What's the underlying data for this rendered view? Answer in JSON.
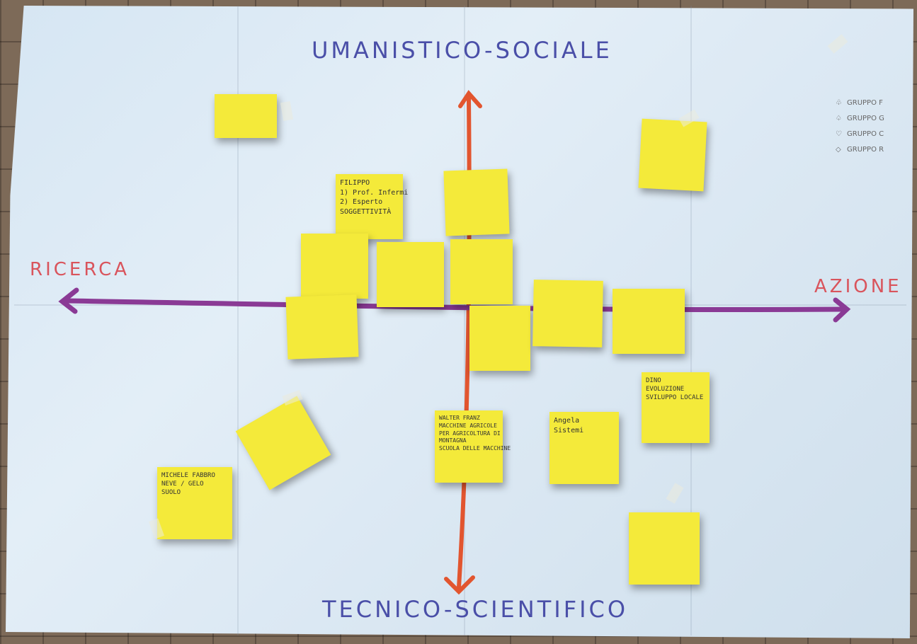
{
  "axes": {
    "top": "UMANISTICO-SOCIALE",
    "bottom": "TECNICO-SCIENTIFICO",
    "left": "RICERCA",
    "right": "AZIONE"
  },
  "legend": [
    {
      "symbol": "♧",
      "label": "GRUPPO F"
    },
    {
      "symbol": "♤",
      "label": "GRUPPO G"
    },
    {
      "symbol": "♡",
      "label": "GRUPPO C"
    },
    {
      "symbol": "◇",
      "label": "GRUPPO R"
    }
  ],
  "notes": {
    "filippo": {
      "lines": [
        "FILIPPO",
        "1) Prof. Infermi",
        "2) Esperto",
        "SOGGETTIVITÀ"
      ]
    },
    "walter": {
      "lines": [
        "WALTER FRANZ",
        "MACCHINE AGRICOLE",
        "PER AGRICOLTURA DI",
        "MONTAGNA",
        "SCUOLA DELLE MACCHINE"
      ]
    },
    "angela": {
      "lines": [
        "Angela",
        "",
        "Sistemi"
      ]
    },
    "michele": {
      "lines": [
        "MICHELE FABBRO",
        "NEVE / GELO",
        "SUOLO"
      ]
    },
    "dino": {
      "lines": [
        "DINO",
        "EVOLUZIONE",
        "SVILUPPO LOCALE"
      ]
    }
  },
  "colors": {
    "paper": "#dce9f4",
    "sticky": "#f4ea3a",
    "vertical_axis": "#e2552f",
    "horizontal_axis": "#8a3a95",
    "label_blue": "#4a4fa8",
    "label_red": "#d9545c"
  }
}
